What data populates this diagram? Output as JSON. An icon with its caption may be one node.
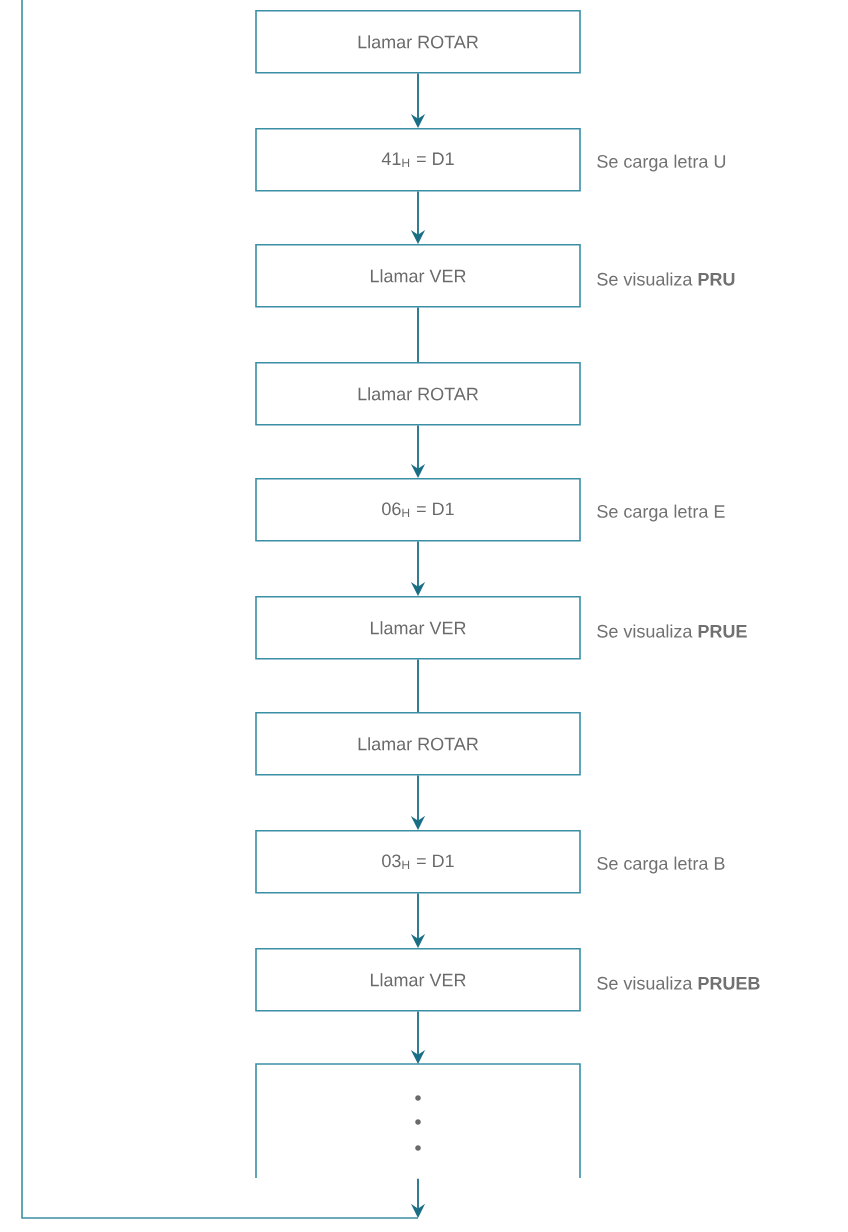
{
  "diagram": {
    "nodes": [
      {
        "text": [
          "Llamar ROTAR"
        ]
      },
      {
        "text": [
          "41$_{H}$ = D1"
        ],
        "beside": [
          "Se carga letra U"
        ]
      },
      {
        "text": [
          "Llamar VER"
        ],
        "beside": [
          "Se visualiza **PRU**"
        ]
      },
      {
        "text": [
          "Llamar ROTAR"
        ]
      },
      {
        "text": [
          "06$_{H}$ = D1"
        ],
        "beside": [
          "Se carga letra E"
        ]
      },
      {
        "text": [
          "Llamar VER"
        ],
        "beside": [
          "Se visualiza **PRUE**"
        ]
      },
      {
        "text": [
          "Llamar ROTAR"
        ]
      },
      {
        "text": [
          "03$_{H}$ = D1"
        ],
        "beside": [
          "Se carga letra B"
        ]
      },
      {
        "text": [
          "Llamar VER"
        ],
        "beside": [
          "Se visualiza **PRUEB**"
        ]
      },
      {
        "text": [],
        "shape": "box"
      }
    ],
    "edges": [
      {
        "from": 0,
        "to": 1,
        "arrow": "to"
      },
      {
        "from": 1,
        "to": 2,
        "arrow": "to"
      },
      {
        "from": 2,
        "to": 3,
        "arrow": "none"
      },
      {
        "from": 3,
        "to": 4,
        "arrow": "to"
      },
      {
        "from": 4,
        "to": 5,
        "arrow": "to"
      },
      {
        "from": 5,
        "to": 6,
        "arrow": "none"
      },
      {
        "from": 6,
        "to": 7,
        "arrow": "to"
      },
      {
        "from": 7,
        "to": 8,
        "arrow": "to"
      },
      {
        "from": 8,
        "to": 9,
        "arrow": "to"
      },
      {
        "from": 9,
        "to": null,
        "arrow": "to"
      }
    ]
  }
}
